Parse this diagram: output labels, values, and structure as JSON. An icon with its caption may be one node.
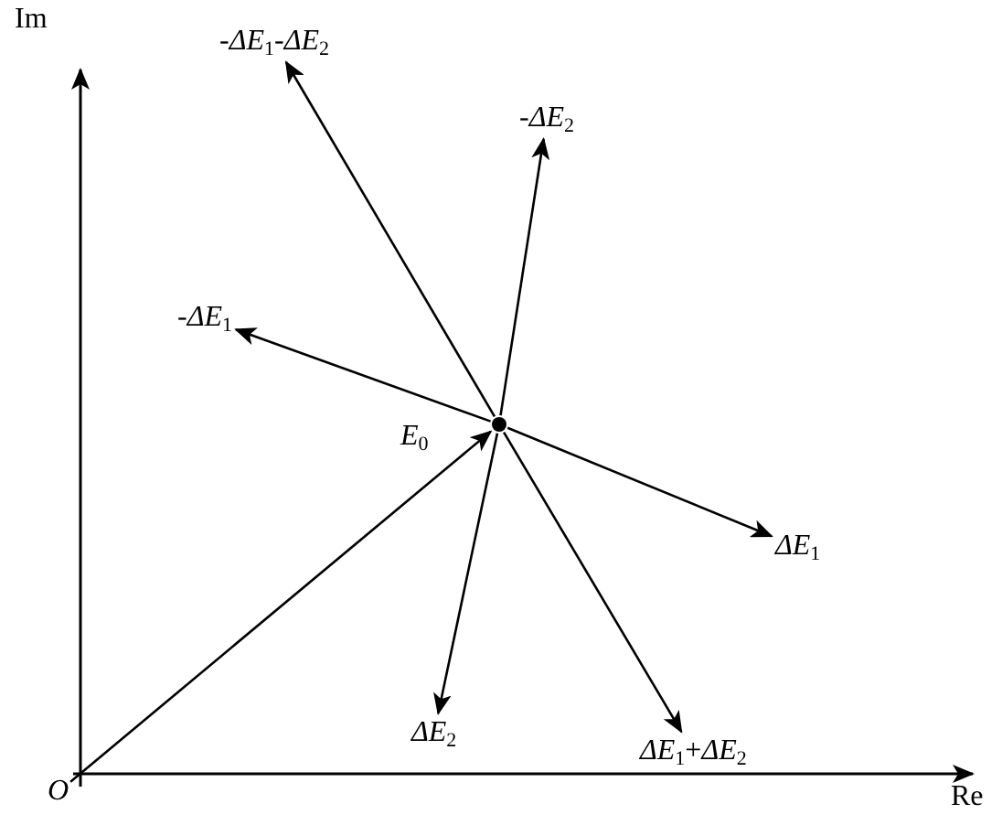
{
  "diagram": {
    "nodes": [
      {
        "text": [
          "*O*"
        ]
      },
      {
        "text": [],
        "shape": "circle"
      },
      {
        "text": [
          "-*ΔE*$_{1}$-*ΔE*$_{2}$"
        ]
      },
      {
        "text": [
          "-*ΔE*$_{2}$"
        ]
      },
      {
        "text": [
          "-*ΔE*$_{1}$"
        ]
      },
      {
        "text": [
          "*ΔE*$_{1}$"
        ]
      },
      {
        "text": [
          "*ΔE*$_{2}$"
        ]
      },
      {
        "text": [
          "*ΔE*$_{1}$+*ΔE*$_{2}$"
        ]
      }
    ],
    "edges": [
      {
        "from": 0,
        "to": 1,
        "arrow": "to",
        "label": "*E*$_{0}$"
      },
      {
        "from": 1,
        "to": 2,
        "arrow": "to"
      },
      {
        "from": 1,
        "to": 3,
        "arrow": "to"
      },
      {
        "from": 1,
        "to": 4,
        "arrow": "to"
      },
      {
        "from": 1,
        "to": 5,
        "arrow": "to"
      },
      {
        "from": 1,
        "to": 6,
        "arrow": "to"
      },
      {
        "from": 1,
        "to": 7,
        "arrow": "to"
      }
    ],
    "labels": [
      "Im",
      "Re"
    ]
  }
}
